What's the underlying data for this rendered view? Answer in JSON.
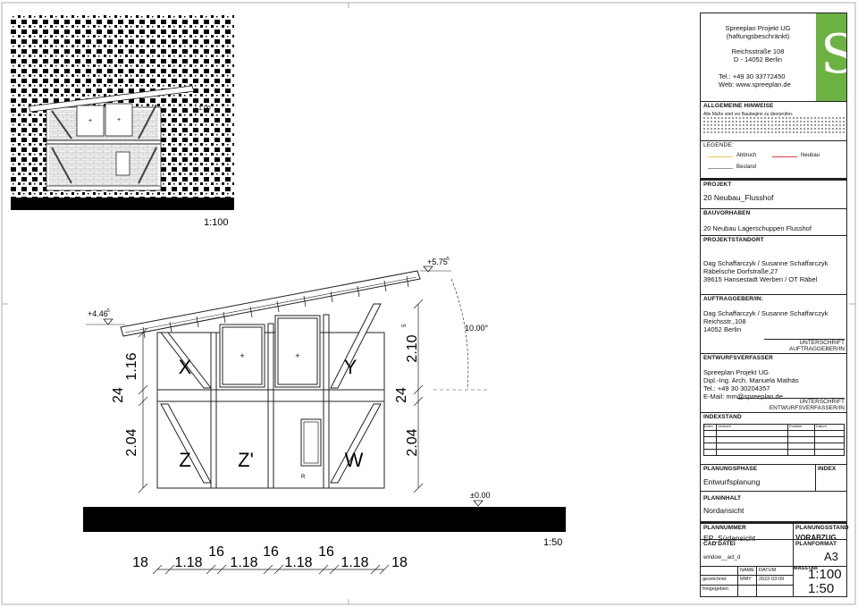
{
  "drawing": {
    "thumb_scale": "1:100",
    "main_scale": "1:50",
    "levels": {
      "ridge": "+5.75",
      "ridge_sup": "5",
      "eave": "+4.46",
      "eave_sup": "5",
      "ground": "±0.00"
    },
    "roof_pitch": "10.00°",
    "left_dims": {
      "upper": "1.16",
      "floor": "24",
      "lower": "2.04"
    },
    "right_dims": {
      "upper": "2.10",
      "upper_sup": "5",
      "floor": "24",
      "lower": "2.04"
    },
    "bottom_dims": [
      "18",
      "1.18",
      "16",
      "1.18",
      "16",
      "1.18",
      "16",
      "1.18",
      "18"
    ],
    "panel_labels": {
      "x": "X",
      "y": "Y",
      "z": "Z",
      "z_prime": "Z'",
      "w": "W"
    },
    "thumb_dim": "1.00",
    "door_mark": "R"
  },
  "title_block": {
    "company_name": "Spreeplan Projekt UG",
    "company_form": "(haftungsbeschränkt)",
    "street": "Reichsstraße 108",
    "city": "D - 14052 Berlin",
    "tel": "Tel.:   +49 30 33772450",
    "web": "Web:  www.spreeplan.de",
    "logo_letter": "S",
    "allgemeine_hinweise": "ALLGEMEINE HINWEISE",
    "hinweis_main": "Alle Maße sind vor Baubeginn zu überprüfen.",
    "legende": "LEGENDE:",
    "legend": {
      "abbruch": "Abbruch",
      "neubau": "Neubau",
      "bestand": "Bestand"
    },
    "legend_colors": {
      "abbruch": "#e6c84a",
      "neubau": "#d94040",
      "bestand": "#9a9a9a",
      "logo": "#6cb243"
    },
    "projekt_h": "PROJEKT",
    "projekt": "20 Neubau_Flusshof",
    "bauvorhaben_h": "BAUVORHABEN",
    "bauvorhaben": "20 Neubau Lagerschuppen Flusshof",
    "standort_h": "PROJEKTSTANDORT",
    "standort": [
      "Dag Schaffarczyk / Susanne Schaffarczyk",
      "Räbelsche Dorfstraße,27",
      "39615 Hansestadt Werben / OT Räbel"
    ],
    "auftraggeber_h": "AUFTRAGGEBER/IN:",
    "auftraggeber": [
      "Dag Schaffarczyk / Susanne Schaffarczyk",
      "Reichsstr.,108",
      "14052 Berlin"
    ],
    "unterschrift_ag": "UNTERSCHRIFT AUFTRAGGEBER/IN",
    "entwurf_h": "ENTWURFSVERFASSER",
    "entwurf": [
      "Spreeplan Projekt UG",
      "Dipl.-Ing. Arch. Manuela Mathäs",
      "Tel.: +49 30 30204357",
      "E-Mail: mm@spreeplan.de"
    ],
    "unterschrift_ev": "UNTERSCHRIFT ENTWURFSVERFASSER/IN",
    "indexstand_h": "INDEXSTAND",
    "index_cols": [
      "Index",
      "Vermerk",
      "Ersteller",
      "Datum"
    ],
    "planungsphase_h": "PLANUNGSPHASE",
    "index_h": "INDEX",
    "planungsphase": "Entwurfsplanung",
    "planinhalt_h": "PLANINHALT",
    "planinhalt": "Nordansicht",
    "plannummer_h": "PLANNUMMER",
    "plannummer": "EP_Südansicht",
    "planungsstand_h": "PLANUNGSSTAND",
    "planungsstand": "VORABZUG",
    "cad_h": "CAD DATEI",
    "cad": "window__act_d",
    "planformat_h": "PLANFORMAT",
    "planformat": "A3",
    "name_h": "NAME",
    "datum_h": "DATUM",
    "massstab_h": "MASSTAB",
    "gezeichnet": "gezeichnet",
    "gez_name": "MMY",
    "gez_datum": "2022-03-09",
    "freigegeben": "freigegeben",
    "massstab1": "1:100",
    "massstab2": "1:50"
  }
}
